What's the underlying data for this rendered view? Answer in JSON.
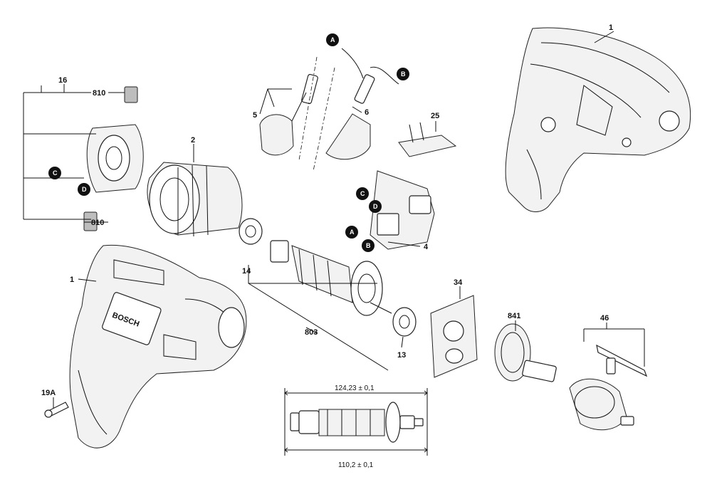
{
  "callouts": {
    "p1_top": "1",
    "p1_left": "1",
    "p2": "2",
    "p4": "4",
    "p5": "5",
    "p6": "6",
    "p13": "13",
    "p14": "14",
    "p16": "16",
    "p19A": "19A",
    "p25": "25",
    "p34": "34",
    "p46": "46",
    "p803": "803",
    "p810_top": "810",
    "p810_bottom": "810",
    "p841": "841"
  },
  "badges": {
    "A_top": "A",
    "B_top": "B",
    "C_left": "C",
    "D_left": "D",
    "C_switch": "C",
    "D_switch": "D",
    "A_switch": "A",
    "B_switch": "B"
  },
  "dimensions": {
    "overall_length": "124,23 ± 0,1",
    "inner_length": "110,2 ± 0,1"
  },
  "brand": "BOSCH"
}
